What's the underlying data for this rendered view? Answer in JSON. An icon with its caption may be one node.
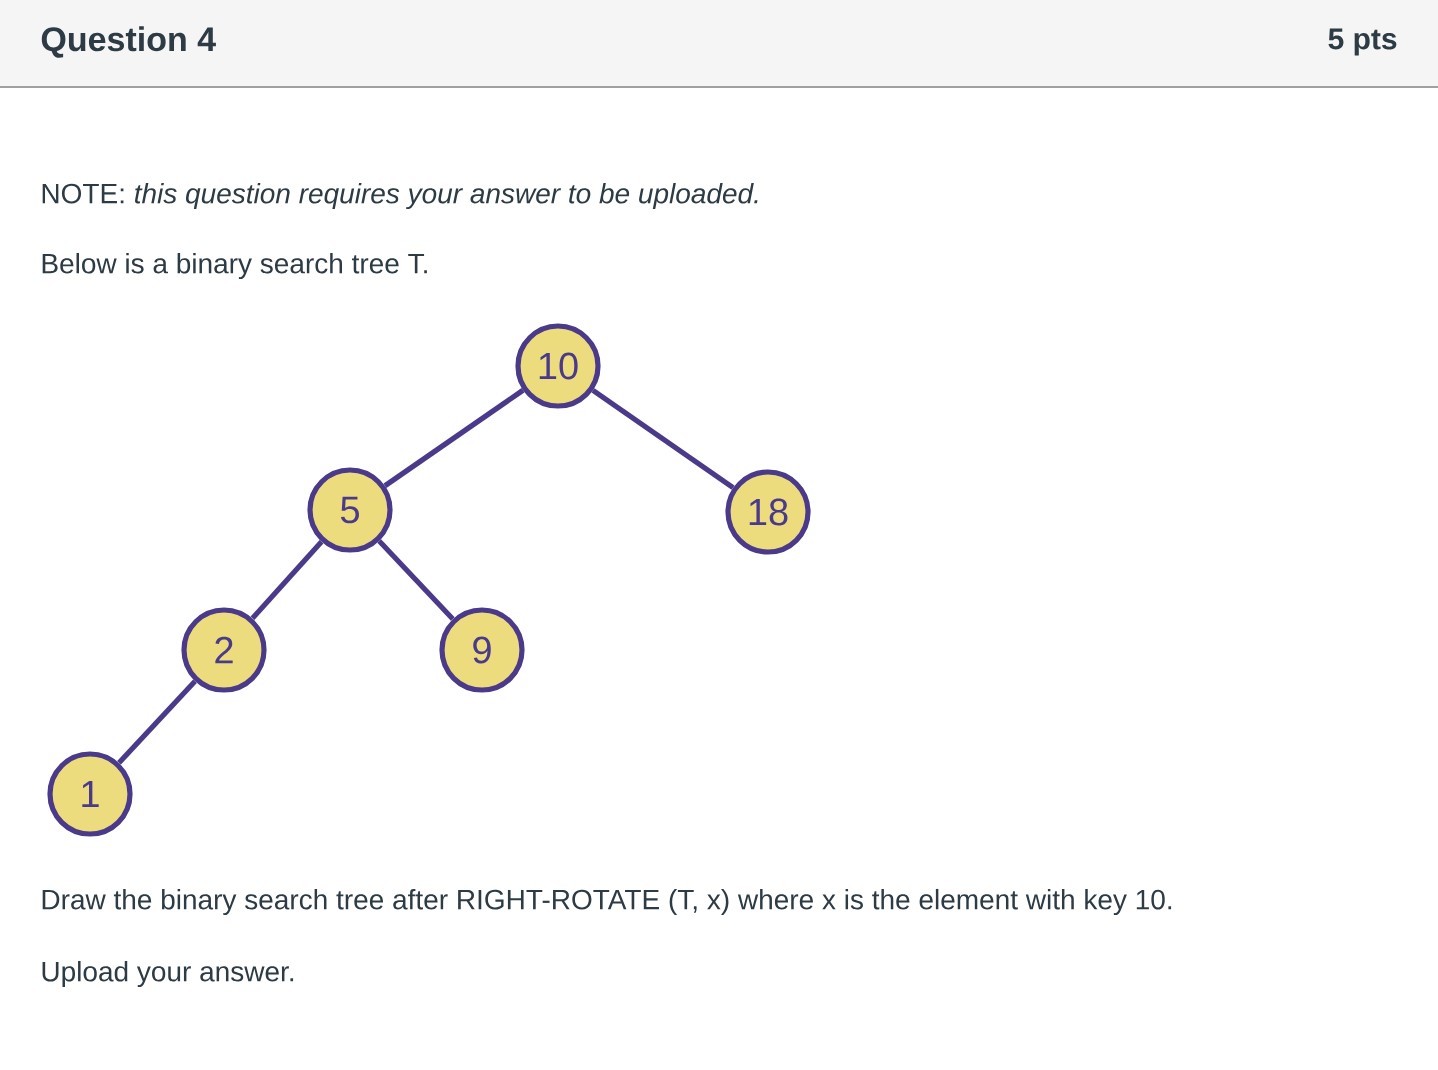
{
  "diagram": {
    "title": "Question 4",
    "nodes": [
      {
        "text": [
          "10"
        ]
      },
      {
        "text": [
          "5"
        ]
      },
      {
        "text": [
          "18"
        ]
      },
      {
        "text": [
          "2"
        ]
      },
      {
        "text": [
          "9"
        ]
      },
      {
        "text": [
          "1"
        ]
      }
    ],
    "edges": [
      {
        "from": 0,
        "to": 1,
        "arrow": "none"
      },
      {
        "from": 0,
        "to": 2,
        "arrow": "none"
      },
      {
        "from": 1,
        "to": 3,
        "arrow": "none"
      },
      {
        "from": 1,
        "to": 4,
        "arrow": "none"
      },
      {
        "from": 3,
        "to": 5,
        "arrow": "none"
      }
    ],
    "labels": [
      "5 pts",
      "NOTE: *this question requires your answer to be uploaded.*",
      "Below is a binary search tree T.",
      "Draw the binary search tree after RIGHT-ROTATE (T, x) where x is the element with key 10.",
      "Upload your answer."
    ]
  }
}
